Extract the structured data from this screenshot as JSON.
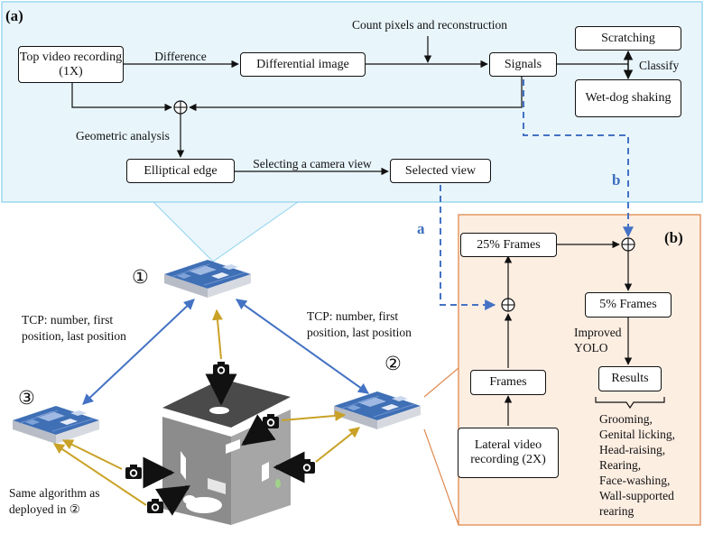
{
  "panels": {
    "a_label": "(a)",
    "b_label": "(b)"
  },
  "panel_a": {
    "top_video": "Top video recording (1X)",
    "difference_label": "Difference",
    "differential_image": "Differential image",
    "count_label": "Count pixels and reconstruction",
    "signals": "Signals",
    "scratching": "Scratching",
    "classify_label": "Classify",
    "wet_dog": "Wet-dog shaking",
    "geometric_label": "Geometric analysis",
    "elliptical_edge": "Elliptical edge",
    "selecting_label": "Selecting a camera view",
    "selected_view": "Selected view"
  },
  "connectors": {
    "a": "a",
    "b": "b"
  },
  "panel_b": {
    "frames_25": "25% Frames",
    "frames_5": "5% Frames",
    "improved_yolo": "Improved YOLO",
    "results": "Results",
    "frames": "Frames",
    "lateral_video": "Lateral video recording (2X)",
    "behaviors": [
      "Grooming,",
      "Genital licking,",
      "Head-raising,",
      "Rearing,",
      "Face-washing,",
      "Wall-supported",
      "rearing"
    ]
  },
  "hardware": {
    "node1": "①",
    "node2": "②",
    "node3": "③",
    "tcp_left": "TCP: number, first position, last position",
    "tcp_right": "TCP: number, first position, last position",
    "same_algo": "Same algorithm as deployed in ②"
  },
  "colors": {
    "panel_a_fill": "#e8f5fb",
    "panel_a_border": "#8fd3ee",
    "panel_b_fill": "#fdeee2",
    "panel_b_border": "#e08a50",
    "blue_arrow": "#4472c4",
    "gold_arrow": "#c9a227",
    "dashed_blue": "#4472c4"
  },
  "icons": [
    "board-icon",
    "camera-icon",
    "behavior-box-icon",
    "mouse-icon"
  ]
}
